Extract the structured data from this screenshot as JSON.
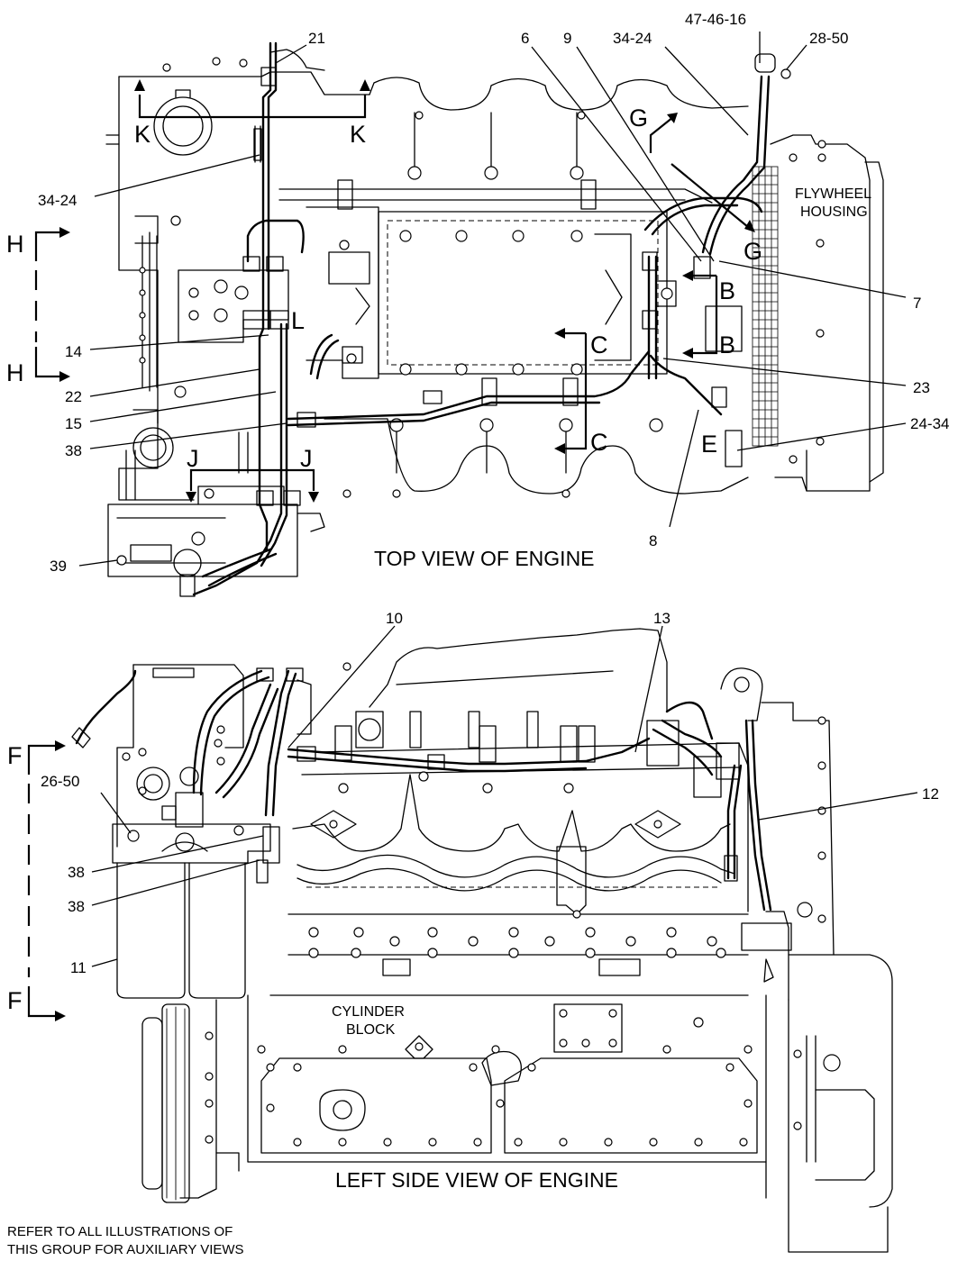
{
  "views": {
    "top": {
      "caption": "TOP VIEW OF ENGINE",
      "callouts": {
        "c21": "21",
        "c34_24_left": "34-24",
        "c6": "6",
        "c9": "9",
        "c34_24_right": "34-24",
        "c47_46_16": "47-46-16",
        "c28_50": "28-50",
        "c7": "7",
        "c14": "14",
        "c22": "22",
        "c15": "15",
        "c38": "38",
        "c23": "23",
        "c24_34": "24-34",
        "c8": "8",
        "c39": "39"
      },
      "part_labels": {
        "flywheel_line1": "FLYWHEEL",
        "flywheel_line2": "HOUSING"
      },
      "section_marks": {
        "k_left": "K",
        "k_right": "K",
        "h_top": "H",
        "h_bottom": "H",
        "g_top": "G",
        "g_bottom": "G",
        "b_top": "B",
        "b_bottom": "B",
        "c_top": "C",
        "c_bottom": "C",
        "j_left": "J",
        "j_right": "J",
        "l": "L",
        "e": "E"
      }
    },
    "left_side": {
      "caption": "LEFT SIDE VIEW OF ENGINE",
      "callouts": {
        "c10": "10",
        "c13": "13",
        "c26_50": "26-50",
        "c12": "12",
        "c38_upper": "38",
        "c38_lower": "38",
        "c11": "11"
      },
      "part_labels": {
        "block_line1": "CYLINDER",
        "block_line2": "BLOCK"
      },
      "section_marks": {
        "f_top": "F",
        "f_bottom": "F"
      }
    }
  },
  "footnote": {
    "line1": "REFER TO ALL ILLUSTRATIONS OF",
    "line2": "THIS GROUP FOR AUXILIARY VIEWS"
  }
}
